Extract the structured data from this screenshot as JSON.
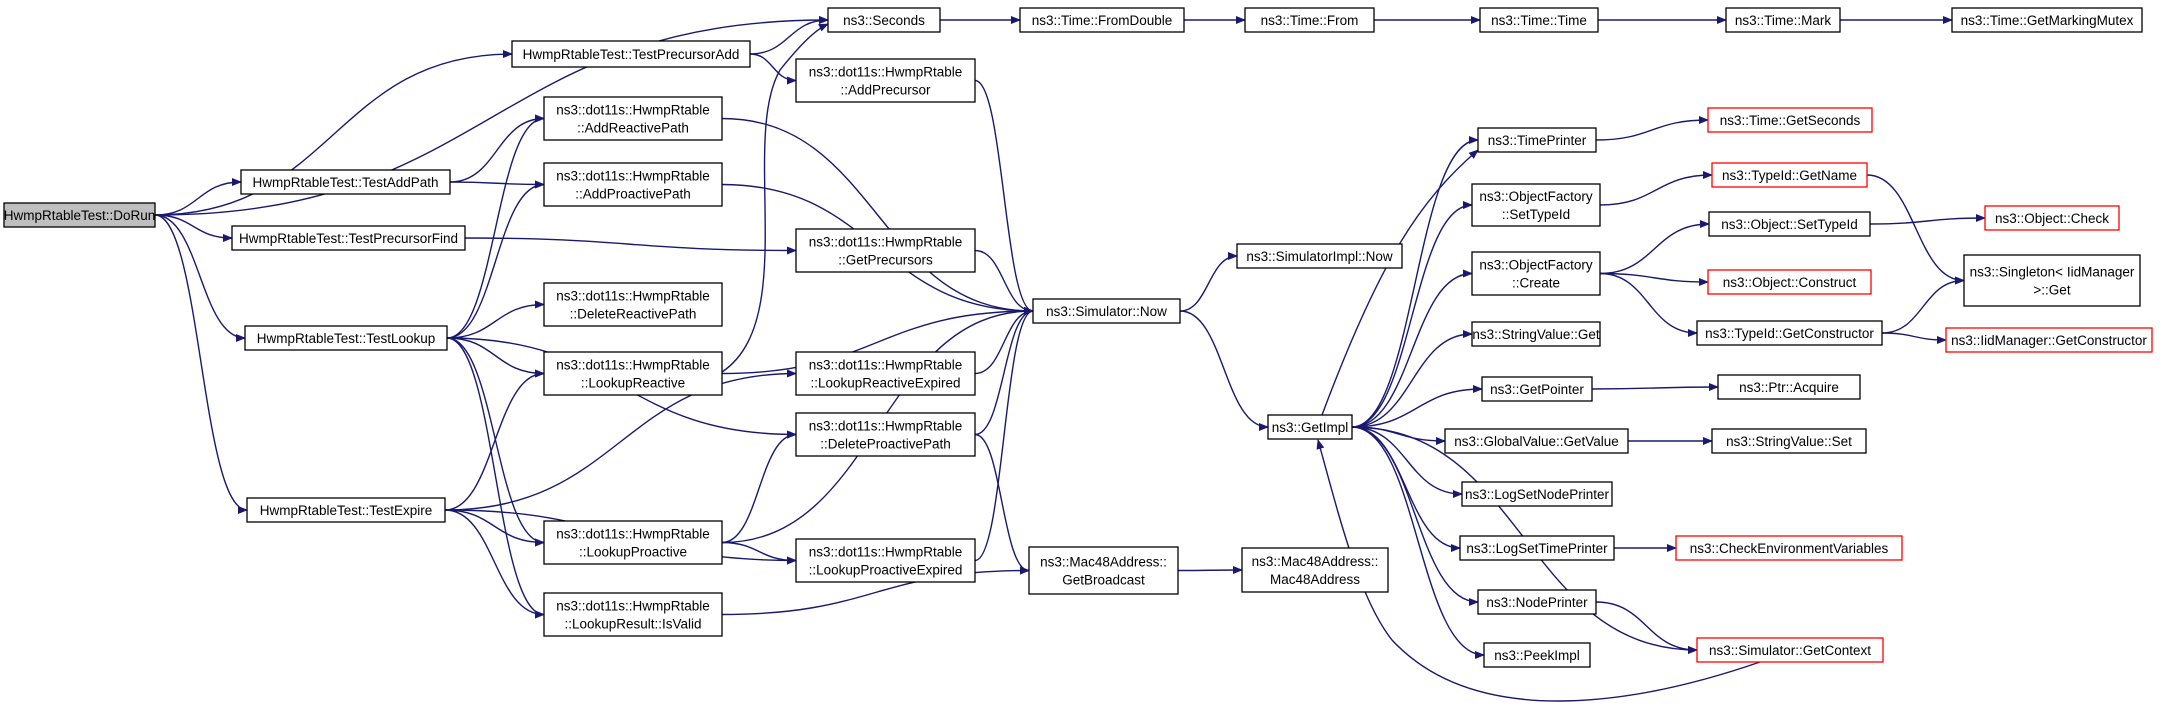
{
  "diagram": {
    "colors": {
      "edge": "#191970",
      "node_border": "#000000",
      "truncated_border": "#ff0000",
      "root_fill": "#bfbfbf",
      "node_fill": "#ffffff"
    },
    "nodes": [
      {
        "id": "dorun",
        "lines": [
          "HwmpRtableTest::DoRun"
        ],
        "style": "root"
      },
      {
        "id": "testprecursoradd",
        "lines": [
          "HwmpRtableTest::TestPrecursorAdd"
        ],
        "style": "normal"
      },
      {
        "id": "testaddpath",
        "lines": [
          "HwmpRtableTest::TestAddPath"
        ],
        "style": "normal"
      },
      {
        "id": "testprecursorfind",
        "lines": [
          "HwmpRtableTest::TestPrecursorFind"
        ],
        "style": "normal"
      },
      {
        "id": "testlookup",
        "lines": [
          "HwmpRtableTest::TestLookup"
        ],
        "style": "normal"
      },
      {
        "id": "testexpire",
        "lines": [
          "HwmpRtableTest::TestExpire"
        ],
        "style": "normal"
      },
      {
        "id": "seconds",
        "lines": [
          "ns3::Seconds"
        ],
        "style": "normal"
      },
      {
        "id": "addprecursor",
        "lines": [
          "ns3::dot11s::HwmpRtable",
          "::AddPrecursor"
        ],
        "style": "normal"
      },
      {
        "id": "addreactivepath",
        "lines": [
          "ns3::dot11s::HwmpRtable",
          "::AddReactivePath"
        ],
        "style": "normal"
      },
      {
        "id": "addproactivepath",
        "lines": [
          "ns3::dot11s::HwmpRtable",
          "::AddProactivePath"
        ],
        "style": "normal"
      },
      {
        "id": "getprecursors",
        "lines": [
          "ns3::dot11s::HwmpRtable",
          "::GetPrecursors"
        ],
        "style": "normal"
      },
      {
        "id": "deletereactivepath",
        "lines": [
          "ns3::dot11s::HwmpRtable",
          "::DeleteReactivePath"
        ],
        "style": "normal"
      },
      {
        "id": "lookupreactive",
        "lines": [
          "ns3::dot11s::HwmpRtable",
          "::LookupReactive"
        ],
        "style": "normal"
      },
      {
        "id": "lookupreactiveexpired",
        "lines": [
          "ns3::dot11s::HwmpRtable",
          "::LookupReactiveExpired"
        ],
        "style": "normal"
      },
      {
        "id": "deleteproactivepath",
        "lines": [
          "ns3::dot11s::HwmpRtable",
          "::DeleteProactivePath"
        ],
        "style": "normal"
      },
      {
        "id": "lookupproactive",
        "lines": [
          "ns3::dot11s::HwmpRtable",
          "::LookupProactive"
        ],
        "style": "normal"
      },
      {
        "id": "lookupproactiveexpired",
        "lines": [
          "ns3::dot11s::HwmpRtable",
          "::LookupProactiveExpired"
        ],
        "style": "normal"
      },
      {
        "id": "isvalid",
        "lines": [
          "ns3::dot11s::HwmpRtable",
          "::LookupResult::IsValid"
        ],
        "style": "normal"
      },
      {
        "id": "timefromdouble",
        "lines": [
          "ns3::Time::FromDouble"
        ],
        "style": "normal"
      },
      {
        "id": "timefrom",
        "lines": [
          "ns3::Time::From"
        ],
        "style": "normal"
      },
      {
        "id": "timetime",
        "lines": [
          "ns3::Time::Time"
        ],
        "style": "normal"
      },
      {
        "id": "timemark",
        "lines": [
          "ns3::Time::Mark"
        ],
        "style": "normal"
      },
      {
        "id": "getmarkingmutex",
        "lines": [
          "ns3::Time::GetMarkingMutex"
        ],
        "style": "normal"
      },
      {
        "id": "simnow",
        "lines": [
          "ns3::Simulator::Now"
        ],
        "style": "normal"
      },
      {
        "id": "simimplnow",
        "lines": [
          "ns3::SimulatorImpl::Now"
        ],
        "style": "normal"
      },
      {
        "id": "getbroadcast",
        "lines": [
          "ns3::Mac48Address::",
          "GetBroadcast"
        ],
        "style": "normal"
      },
      {
        "id": "mac48address",
        "lines": [
          "ns3::Mac48Address::",
          "Mac48Address"
        ],
        "style": "normal"
      },
      {
        "id": "getimpl",
        "lines": [
          "ns3::GetImpl"
        ],
        "style": "normal"
      },
      {
        "id": "timeprinter",
        "lines": [
          "ns3::TimePrinter"
        ],
        "style": "normal"
      },
      {
        "id": "settypeid",
        "lines": [
          "ns3::ObjectFactory",
          "::SetTypeId"
        ],
        "style": "normal"
      },
      {
        "id": "ofcreate",
        "lines": [
          "ns3::ObjectFactory",
          "::Create"
        ],
        "style": "normal"
      },
      {
        "id": "stringvalueget",
        "lines": [
          "ns3::StringValue::Get"
        ],
        "style": "normal"
      },
      {
        "id": "getpointer",
        "lines": [
          "ns3::GetPointer"
        ],
        "style": "normal"
      },
      {
        "id": "globalvaluegetvalue",
        "lines": [
          "ns3::GlobalValue::GetValue"
        ],
        "style": "normal"
      },
      {
        "id": "logsetnodeprinter",
        "lines": [
          "ns3::LogSetNodePrinter"
        ],
        "style": "normal"
      },
      {
        "id": "logsettimeprinter",
        "lines": [
          "ns3::LogSetTimePrinter"
        ],
        "style": "normal"
      },
      {
        "id": "nodeprinter",
        "lines": [
          "ns3::NodePrinter"
        ],
        "style": "normal"
      },
      {
        "id": "peekimpl",
        "lines": [
          "ns3::PeekImpl"
        ],
        "style": "normal"
      },
      {
        "id": "timegetseconds",
        "lines": [
          "ns3::Time::GetSeconds"
        ],
        "style": "truncated"
      },
      {
        "id": "typeidgetname",
        "lines": [
          "ns3::TypeId::GetName"
        ],
        "style": "truncated"
      },
      {
        "id": "objectsettypeid",
        "lines": [
          "ns3::Object::SetTypeId"
        ],
        "style": "normal"
      },
      {
        "id": "objectconstruct",
        "lines": [
          "ns3::Object::Construct"
        ],
        "style": "truncated"
      },
      {
        "id": "typeidgetconstructor",
        "lines": [
          "ns3::TypeId::GetConstructor"
        ],
        "style": "normal"
      },
      {
        "id": "ptracquire",
        "lines": [
          "ns3::Ptr::Acquire"
        ],
        "style": "normal"
      },
      {
        "id": "stringvalueset",
        "lines": [
          "ns3::StringValue::Set"
        ],
        "style": "normal"
      },
      {
        "id": "checkenvvars",
        "lines": [
          "ns3::CheckEnvironmentVariables"
        ],
        "style": "truncated"
      },
      {
        "id": "simgetcontext",
        "lines": [
          "ns3::Simulator::GetContext"
        ],
        "style": "truncated"
      },
      {
        "id": "objectcheck",
        "lines": [
          "ns3::Object::Check"
        ],
        "style": "truncated"
      },
      {
        "id": "singletonget",
        "lines": [
          "ns3::Singleton< IidManager",
          " >::Get"
        ],
        "style": "normal"
      },
      {
        "id": "iidmanagergetconstructor",
        "lines": [
          "ns3::IidManager::GetConstructor"
        ],
        "style": "truncated"
      }
    ],
    "edges": [
      [
        "dorun",
        "seconds"
      ],
      [
        "dorun",
        "testprecursoradd"
      ],
      [
        "dorun",
        "testaddpath"
      ],
      [
        "dorun",
        "testprecursorfind"
      ],
      [
        "dorun",
        "testlookup"
      ],
      [
        "dorun",
        "testexpire"
      ],
      [
        "testprecursoradd",
        "seconds"
      ],
      [
        "testprecursoradd",
        "addprecursor"
      ],
      [
        "testaddpath",
        "addreactivepath"
      ],
      [
        "testaddpath",
        "addproactivepath"
      ],
      [
        "testprecursorfind",
        "getprecursors"
      ],
      [
        "testlookup",
        "addreactivepath"
      ],
      [
        "testlookup",
        "addproactivepath"
      ],
      [
        "testlookup",
        "deletereactivepath"
      ],
      [
        "testlookup",
        "lookupreactive"
      ],
      [
        "testlookup",
        "deleteproactivepath"
      ],
      [
        "testlookup",
        "lookupproactive"
      ],
      [
        "testlookup",
        "isvalid"
      ],
      [
        "testexpire",
        "lookupreactive"
      ],
      [
        "testexpire",
        "lookupreactiveexpired"
      ],
      [
        "testexpire",
        "lookupproactive"
      ],
      [
        "testexpire",
        "lookupproactiveexpired"
      ],
      [
        "testexpire",
        "isvalid"
      ],
      [
        "seconds",
        "timefromdouble"
      ],
      [
        "timefromdouble",
        "timefrom"
      ],
      [
        "timefrom",
        "timetime"
      ],
      [
        "timetime",
        "timemark"
      ],
      [
        "timemark",
        "getmarkingmutex"
      ],
      [
        "addprecursor",
        "simnow"
      ],
      [
        "addreactivepath",
        "simnow"
      ],
      [
        "addproactivepath",
        "simnow"
      ],
      [
        "getprecursors",
        "simnow"
      ],
      [
        "lookupreactive",
        "simnow"
      ],
      [
        "lookupreactive",
        "seconds"
      ],
      [
        "lookupreactiveexpired",
        "simnow"
      ],
      [
        "deleteproactivepath",
        "simnow"
      ],
      [
        "deleteproactivepath",
        "getbroadcast"
      ],
      [
        "lookupproactive",
        "simnow"
      ],
      [
        "lookupproactive",
        "deleteproactivepath"
      ],
      [
        "lookupproactive",
        "lookupproactiveexpired"
      ],
      [
        "lookupproactiveexpired",
        "simnow"
      ],
      [
        "isvalid",
        "getbroadcast"
      ],
      [
        "simnow",
        "simimplnow"
      ],
      [
        "simnow",
        "getimpl"
      ],
      [
        "getbroadcast",
        "mac48address"
      ],
      [
        "getimpl",
        "timeprinter"
      ],
      [
        "getimpl",
        "settypeid"
      ],
      [
        "getimpl",
        "ofcreate"
      ],
      [
        "getimpl",
        "stringvalueget"
      ],
      [
        "getimpl",
        "getpointer"
      ],
      [
        "getimpl",
        "globalvaluegetvalue"
      ],
      [
        "getimpl",
        "logsetnodeprinter"
      ],
      [
        "getimpl",
        "logsettimeprinter"
      ],
      [
        "getimpl",
        "nodeprinter"
      ],
      [
        "getimpl",
        "peekimpl"
      ],
      [
        "getimpl",
        "simnow"
      ],
      [
        "getimpl",
        "simgetcontext"
      ],
      [
        "timeprinter",
        "timegetseconds"
      ],
      [
        "settypeid",
        "typeidgetname"
      ],
      [
        "ofcreate",
        "objectsettypeid"
      ],
      [
        "ofcreate",
        "objectconstruct"
      ],
      [
        "ofcreate",
        "typeidgetconstructor"
      ],
      [
        "getpointer",
        "ptracquire"
      ],
      [
        "globalvaluegetvalue",
        "stringvalueset"
      ],
      [
        "logsettimeprinter",
        "checkenvvars"
      ],
      [
        "nodeprinter",
        "simgetcontext"
      ],
      [
        "simgetcontext",
        "getimpl"
      ],
      [
        "objectsettypeid",
        "objectcheck"
      ],
      [
        "typeidgetname",
        "singletonget"
      ],
      [
        "typeidgetconstructor",
        "singletonget"
      ],
      [
        "typeidgetconstructor",
        "iidmanagergetconstructor"
      ]
    ]
  }
}
